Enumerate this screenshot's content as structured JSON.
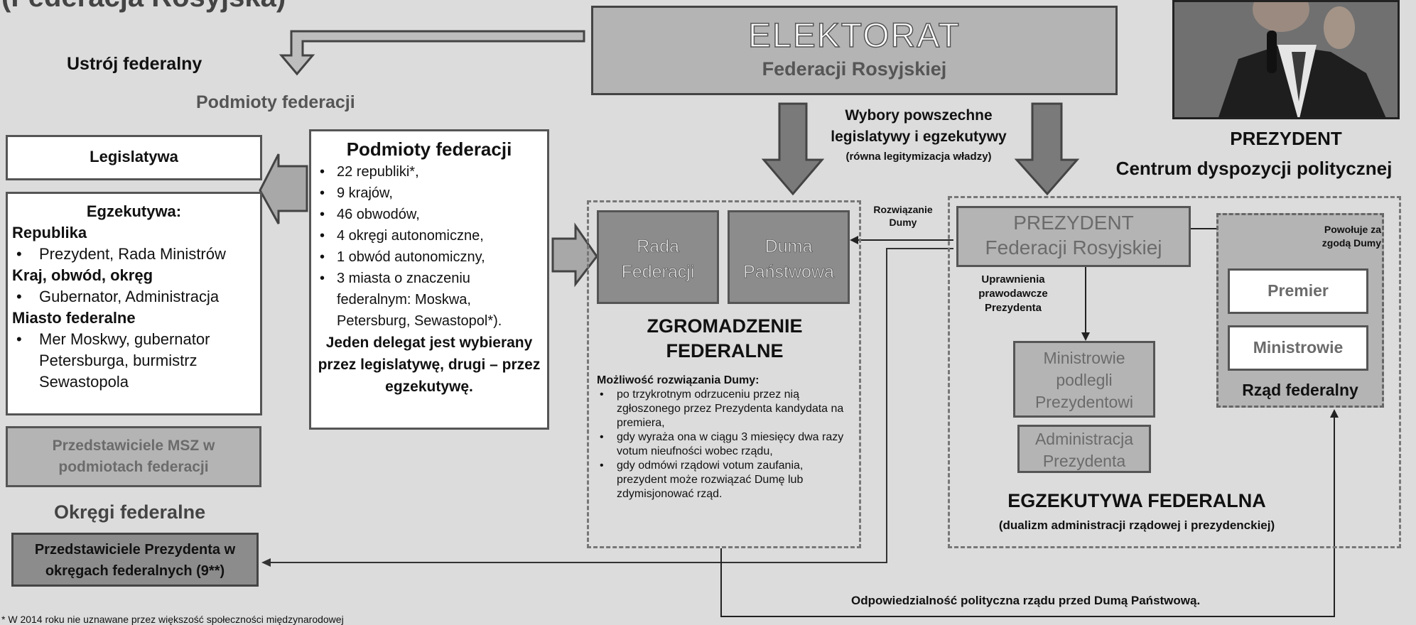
{
  "title_fragment": "(Federacja Rosyjska)",
  "federal_system": {
    "label": "Ustrój federalny",
    "subjects_label": "Podmioty federacji",
    "legislature": "Legislatywa",
    "executive": {
      "title": "Egzekutywa:",
      "groups": [
        {
          "heading": "Republika",
          "items": [
            "Prezydent, Rada Ministrów"
          ]
        },
        {
          "heading": "Kraj, obwód, okręg",
          "items": [
            "Gubernator, Administracja"
          ]
        },
        {
          "heading": "Miasto federalne",
          "items": [
            "Mer Moskwy, gubernator Petersburga, burmistrz Sewastopola"
          ]
        }
      ]
    },
    "subjects": {
      "title": "Podmioty federacji",
      "items": [
        "22 republiki*,",
        "9 krajów,",
        "46 obwodów,",
        "4 okręgi autonomiczne,",
        "1 obwód autonomiczny,",
        "3 miasta o znaczeniu federalnym: Moskwa, Petersburg, Sewastopol*)."
      ],
      "delegates_note": "Jeden delegat jest wybierany przez legislatywę, drugi – przez egzekutywę."
    },
    "msz": "Przedstawiciele MSZ w podmiotach federacji",
    "federal_districts_label": "Okręgi federalne",
    "president_reps": "Przedstawiciele Prezydenta w okręgach federalnych (9**)",
    "footnote": "* W 2014 roku nie uznawane przez większość społeczności międzynarodowej"
  },
  "electorate": {
    "title": "ELEKTORAT",
    "subtitle": "Federacji Rosyjskiej",
    "elections": "Wybory powszechne legislatywy i egzekutywy",
    "elections_note": "(równa legitymizacja władzy)"
  },
  "president_photo": {
    "title": "PREZYDENT",
    "subtitle": "Centrum dyspozycji politycznej"
  },
  "assembly": {
    "council": "Rada Federacji",
    "duma": "Duma Państwowa",
    "title": "ZGROMADZENIE FEDERALNE",
    "dissolution_title": "Możliwość rozwiązania Dumy:",
    "dissolution_items": [
      "po trzykrotnym odrzuceniu przez nią zgłoszonego przez Prezydenta kandydata na premiera,",
      "gdy wyraża ona w ciągu 3 miesięcy dwa razy votum nieufności wobec rządu,",
      "gdy odmówi rządowi votum zaufania, prezydent może rozwiązać Dumę lub zdymisjonować rząd."
    ]
  },
  "executive_fed": {
    "dissolution_label": "Rozwiązanie Dumy",
    "president": "PREZYDENT",
    "president_sub": "Federacji Rosyjskiej",
    "powers": "Uprawnienia prawodawcze Prezydenta",
    "ministers_president": "Ministrowie podlegli Prezydentowi",
    "administration": "Administracja Prezydenta",
    "appoints": "Powołuje za zgodą Dumy",
    "premier": "Premier",
    "ministers": "Ministrowie",
    "government": "Rząd federalny",
    "title": "EGZEKUTYWA FEDERALNA",
    "subtitle": "(dualizm administracji rządowej i prezydenckiej)"
  },
  "responsibility": "Odpowiedzialność polityczna rządu przed Dumą Państwową.",
  "colors": {
    "background": "#dcdcdc",
    "gray_box": "#b4b4b4",
    "dark_box": "#8c8c8c",
    "arrow": "#7a7a7a",
    "text_gray": "#6b6b6b"
  }
}
